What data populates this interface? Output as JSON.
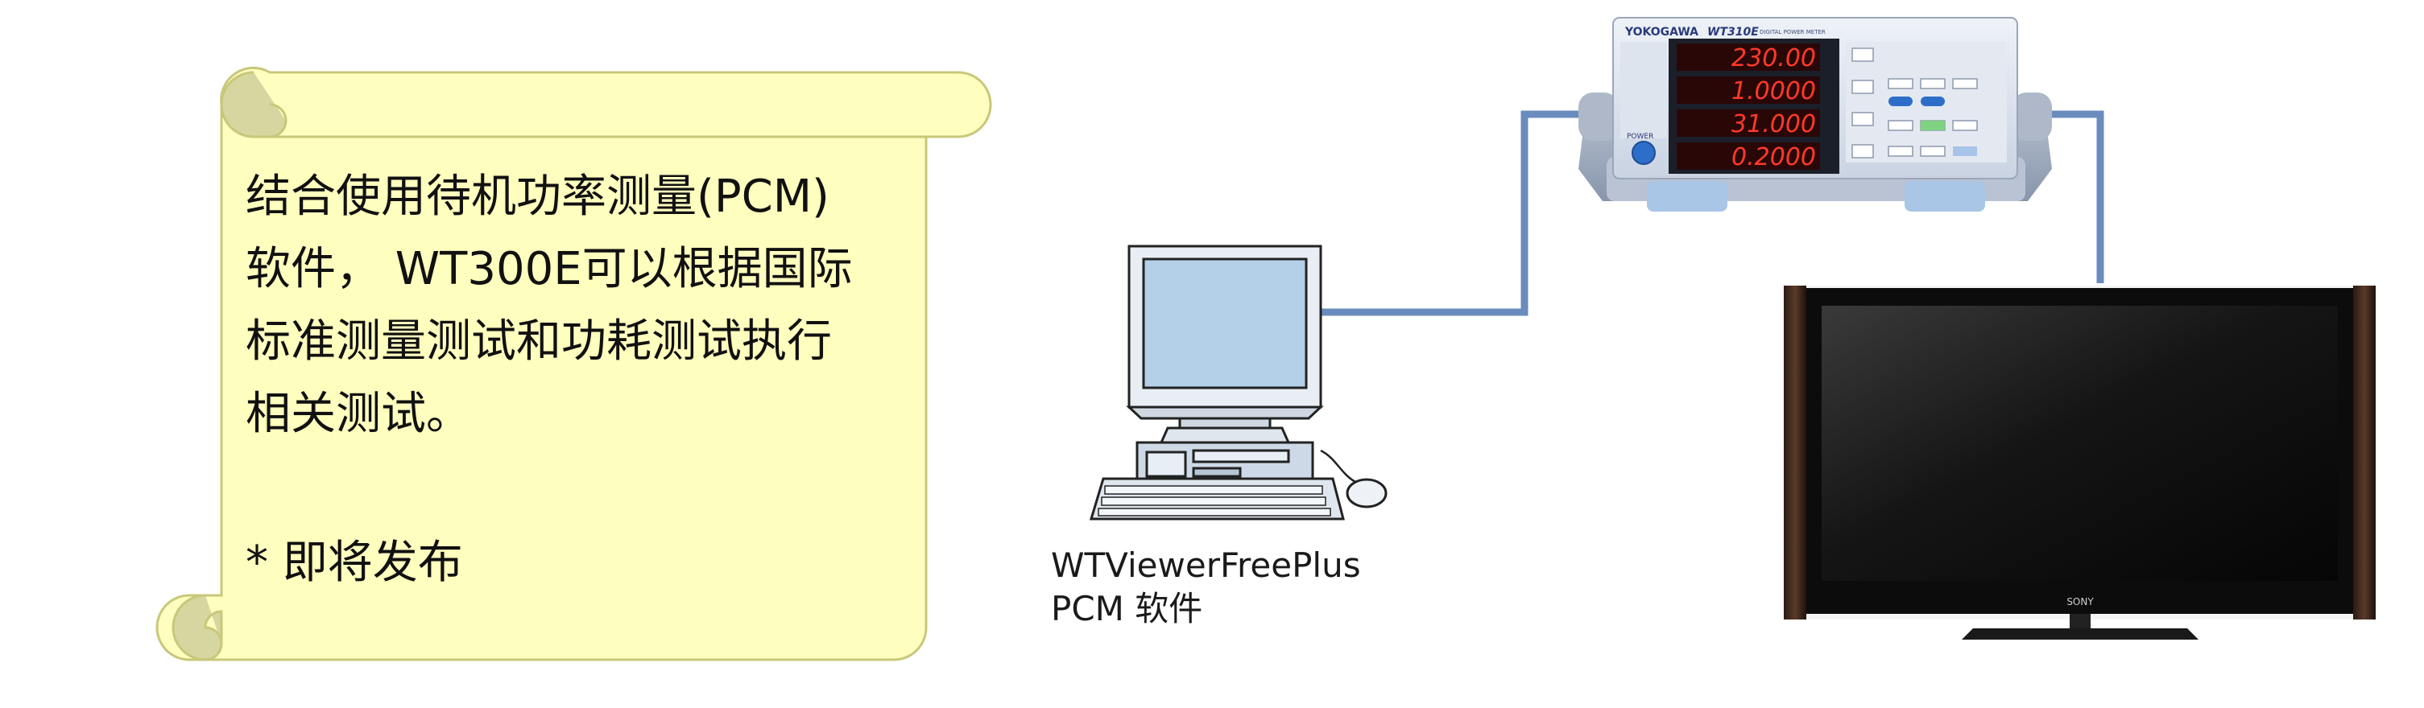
{
  "scroll": {
    "lines": [
      "结合使用待机功率测量(PCM)",
      "软件， WT300E可以根据国际",
      "标准测量测试和功耗测试执行",
      "相关测试。"
    ],
    "note": "* 即将发布"
  },
  "pc": {
    "label_line1": "WTViewerFreePlus",
    "label_line2": "PCM 软件"
  },
  "meter": {
    "brand": "YOKOGAWA",
    "model": "WT310E",
    "subtitle": "DIGITAL POWER METER",
    "readings": [
      "230.00",
      "1.0000",
      "31.000",
      "0.2000"
    ],
    "power_label": "POWER"
  },
  "tv": {
    "brand": "SONY"
  },
  "colors": {
    "scroll_fill": "#fefebf",
    "scroll_edge": "#c8c87a",
    "cable": "#6a8bbd",
    "lcd_text": "#ff3a2a"
  }
}
